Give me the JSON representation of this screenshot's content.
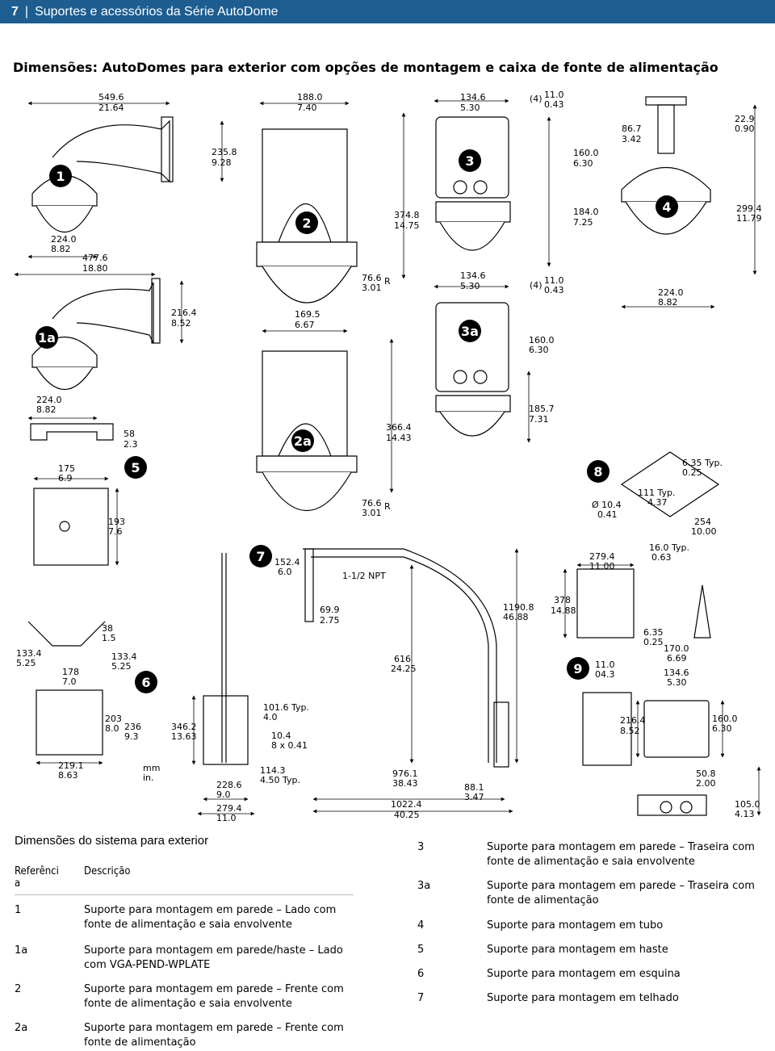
{
  "header": {
    "chapter": "7",
    "title": "Suportes e acessórios da Série AutoDome"
  },
  "page_heading": "Dimensões: AutoDomes para exterior com opções de montagem e caixa de fonte de alimentação",
  "drawing": {
    "badges": [
      "1",
      "1a",
      "2",
      "2a",
      "3",
      "3a",
      "4",
      "5",
      "6",
      "7",
      "8",
      "9"
    ],
    "dims": {
      "d1": "549.6",
      "d1b": "21.64",
      "d2": "235.8",
      "d2b": "9.28",
      "d3": "224.0",
      "d3b": "8.82",
      "d4": "477.6",
      "d4b": "18.80",
      "d5": "216.4",
      "d5b": "8.52",
      "d6": "224.0",
      "d6b": "8.82",
      "d7": "188.0",
      "d7b": "7.40",
      "d8": "374.8",
      "d8b": "14.75",
      "d9": "76.6",
      "d9b": "3.01",
      "r1": "R",
      "d10": "169.5",
      "d10b": "6.67",
      "d11": "366.4",
      "d11b": "14.43",
      "d12": "76.6",
      "d12b": "3.01",
      "r2": "R",
      "d13": "134.6",
      "d13b": "5.30",
      "d14": "(4)",
      "d14a": "11.0",
      "d14b": "0.43",
      "d15": "160.0",
      "d15b": "6.30",
      "d16": "184.0",
      "d16b": "7.25",
      "d17": "134.6",
      "d17b": "5.30",
      "d18": "(4)",
      "d18a": "11.0",
      "d18b": "0.43",
      "d19": "160.0",
      "d19b": "6.30",
      "d20": "185.7",
      "d20b": "7.31",
      "d21": "86.7",
      "d21b": "3.42",
      "d22": "22.9",
      "d22b": "0.90",
      "d23": "299.4",
      "d23b": "11.79",
      "d24": "224.0",
      "d24b": "8.82",
      "d25": "58",
      "d25b": "2.3",
      "d26": "175",
      "d26b": "6.9",
      "d27": "193",
      "d27b": "7.6",
      "d28": "38",
      "d28b": "1.5",
      "d29": "133.4",
      "d29b": "5.25",
      "d30": "133.4",
      "d30b": "5.25",
      "d31": "178",
      "d31b": "7.0",
      "d32": "203",
      "d32b": "8.0",
      "d33": "236",
      "d33b": "9.3",
      "d34": "219.1",
      "d34b": "8.63",
      "units_mm": "mm",
      "units_in": "in.",
      "d35": "346.2",
      "d35b": "13.63",
      "d36": "228.6",
      "d36b": "9.0",
      "d37": "279.4",
      "d37b": "11.0",
      "d38": "152.4",
      "d38b": "6.0",
      "d39": "69.9",
      "d39b": "2.75",
      "d40": "101.6 Typ.",
      "d40b": "4.0",
      "d41": "10.4",
      "d41b": "8 x 0.41",
      "d42": "114.3",
      "d42b": "4.50 Typ.",
      "npt": "1-1/2 NPT",
      "d43": "616",
      "d43b": "24.25",
      "d44": "1190.8",
      "d44b": "46.88",
      "d45": "976.1",
      "d45b": "38.43",
      "d46": "88.1",
      "d46b": "3.47",
      "d47": "1022.4",
      "d47b": "40.25",
      "d48": "6.35 Typ.",
      "d48b": "0.25",
      "d49": "111 Typ.",
      "d49b": "4.37",
      "d50": "Ø 10.4",
      "d50b": "0.41",
      "d51": "254",
      "d51b": "10.00",
      "d52": "16.0 Typ.",
      "d52b": "0.63",
      "d53": "279.4",
      "d53b": "11.00",
      "d54": "378",
      "d54b": "14.88",
      "d55": "6.35",
      "d55b": "0.25",
      "d56": "170.0",
      "d56b": "6.69",
      "d57": "134.6",
      "d57b": "5.30",
      "d58": "11.0",
      "d58b": "04.3",
      "d59": "216.4",
      "d59b": "8.52",
      "d60": "160.0",
      "d60b": "6.30",
      "d61": "50.8",
      "d61b": "2.00",
      "d62": "105.0",
      "d62b": "4.13"
    }
  },
  "table": {
    "title": "Dimensões do sistema para exterior",
    "col_ref": "Referênci\na",
    "col_desc": "Descrição",
    "left_rows": [
      {
        "ref": "1",
        "desc": "Suporte para montagem em parede – Lado com fonte de alimentação e saia envolvente"
      },
      {
        "ref": "1a",
        "desc": "Suporte para montagem em parede/haste – Lado com VGA-PEND-WPLATE"
      },
      {
        "ref": "2",
        "desc": "Suporte para montagem em parede – Frente com fonte de alimentação e saia envolvente"
      },
      {
        "ref": "2a",
        "desc": "Suporte para montagem em parede – Frente com fonte de alimentação"
      }
    ],
    "right_rows": [
      {
        "ref": "3",
        "desc": "Suporte para montagem em parede – Traseira com fonte de alimentação e saia envolvente"
      },
      {
        "ref": "3a",
        "desc": "Suporte para montagem em parede – Traseira com fonte de alimentação"
      },
      {
        "ref": "4",
        "desc": "Suporte para montagem em tubo"
      },
      {
        "ref": "5",
        "desc": "Suporte para montagem em haste"
      },
      {
        "ref": "6",
        "desc": "Suporte para montagem em esquina"
      },
      {
        "ref": "7",
        "desc": "Suporte para montagem em telhado"
      }
    ]
  }
}
